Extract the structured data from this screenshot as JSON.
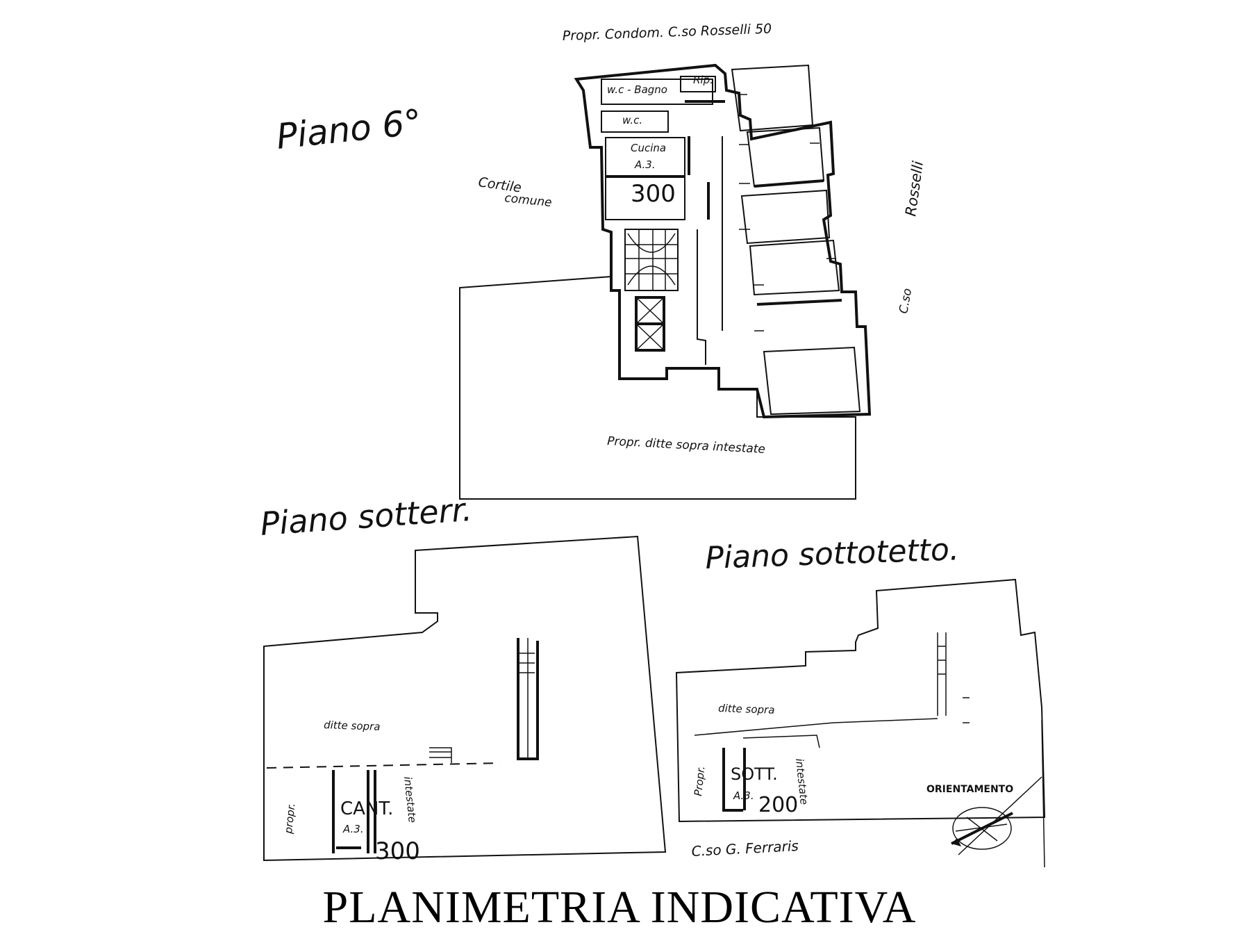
{
  "title": "PLANIMETRIA INDICATIVA",
  "floor_6": {
    "heading": "Piano 6°",
    "top_label": "Propr. Condom. C.so Rosselli 50",
    "courtyard_label_1": "Cortile",
    "courtyard_label_2": "comune",
    "street_label_1": "Rosselli",
    "street_label_2": "C.so",
    "bottom_label": "Propr. ditte sopra intestate",
    "room_wc_bagno": "w.c - Bagno",
    "room_rip": "Rip.",
    "room_wc": "w.c.",
    "room_cucina": "Cucina",
    "room_code": "A.3.",
    "unit_number": "300"
  },
  "basement": {
    "heading": "Piano sotterr.",
    "label_ditte": "ditte sopra",
    "label_propr": "propr.",
    "label_intestate": "intestate",
    "cellar_label": "CANT.",
    "cellar_code": "A.3.",
    "unit_number": "300"
  },
  "attic": {
    "heading": "Piano sottotetto.",
    "label_ditte": "ditte sopra",
    "label_propr": "Propr.",
    "label_intestate": "intestate",
    "attic_label": "SOTT.",
    "attic_code": "A.3.",
    "unit_number": "200",
    "street_label": "C.so G. Ferraris",
    "orientation_label": "ORIENTAMENTO"
  }
}
